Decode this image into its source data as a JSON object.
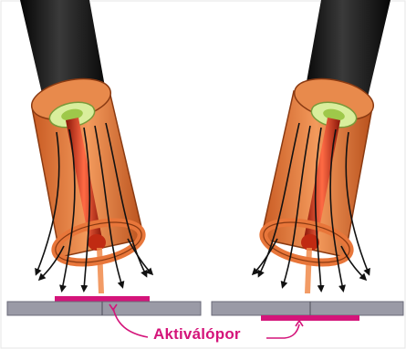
{
  "diagram": {
    "callout_label": "Aktiválópor",
    "colors": {
      "cable": "#1a1a1a",
      "nozzle": "#e8763a",
      "nozzle_dark": "#a8461a",
      "insert": "#cfe88a",
      "electrode": "#d23a1e",
      "flow_arrows": "#111111",
      "workpiece": "#9a9aa6",
      "activating_powder": "#d4147a",
      "label": "#d4147a"
    },
    "parts": [
      "torch-cable",
      "gas-nozzle",
      "nozzle-insert",
      "tungsten-electrode",
      "shielding-gas-flow",
      "workpiece-plates",
      "activating-powder-layer"
    ],
    "torches": [
      {
        "id": "left",
        "tilt": "leaning-right",
        "powder_side": "top"
      },
      {
        "id": "right",
        "tilt": "leaning-left",
        "powder_side": "bottom"
      }
    ]
  }
}
